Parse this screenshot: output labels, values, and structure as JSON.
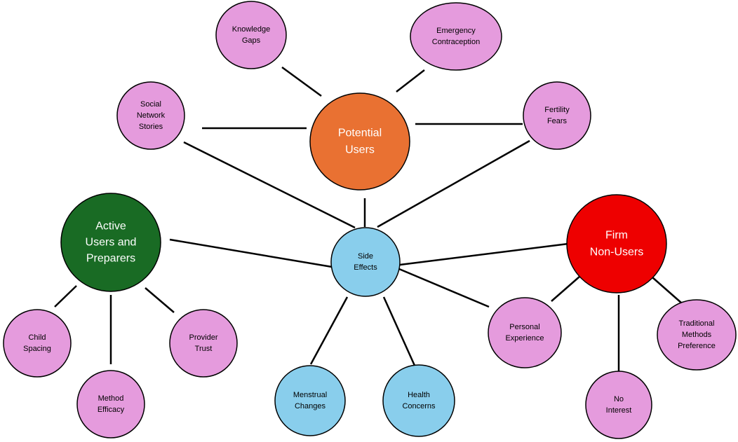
{
  "colors": {
    "pink": "#e59bdd",
    "blue": "#89ceec",
    "orange": "#e97132",
    "green": "#196b24",
    "red": "#ee0000",
    "stroke": "#000000",
    "white_text": "#ffffff",
    "dark_text": "#000000"
  },
  "nodes": {
    "knowledge_gaps": {
      "lines": [
        "Knowledge",
        "Gaps"
      ]
    },
    "emergency_contraception": {
      "lines": [
        "Emergency",
        "Contraception"
      ]
    },
    "social_network_stories": {
      "lines": [
        "Social",
        "Network",
        "Stories"
      ]
    },
    "potential_users": {
      "lines": [
        "Potential",
        "Users"
      ]
    },
    "fertility_fears": {
      "lines": [
        "Fertility",
        "Fears"
      ]
    },
    "active_users": {
      "lines": [
        "Active",
        "Users and",
        "Preparers"
      ]
    },
    "side_effects": {
      "lines": [
        "Side",
        "Effects"
      ]
    },
    "firm_non_users": {
      "lines": [
        "Firm",
        "Non-Users"
      ]
    },
    "child_spacing": {
      "lines": [
        "Child",
        "Spacing"
      ]
    },
    "provider_trust": {
      "lines": [
        "Provider",
        "Trust"
      ]
    },
    "method_efficacy": {
      "lines": [
        "Method",
        "Efficacy"
      ]
    },
    "menstrual_changes": {
      "lines": [
        "Menstrual",
        "Changes"
      ]
    },
    "health_concerns": {
      "lines": [
        "Health",
        "Concerns"
      ]
    },
    "personal_experience": {
      "lines": [
        "Personal",
        "Experience"
      ]
    },
    "traditional_methods": {
      "lines": [
        "Traditional",
        "Methods",
        "Preference"
      ]
    },
    "no_interest": {
      "lines": [
        "No",
        "Interest"
      ]
    }
  }
}
